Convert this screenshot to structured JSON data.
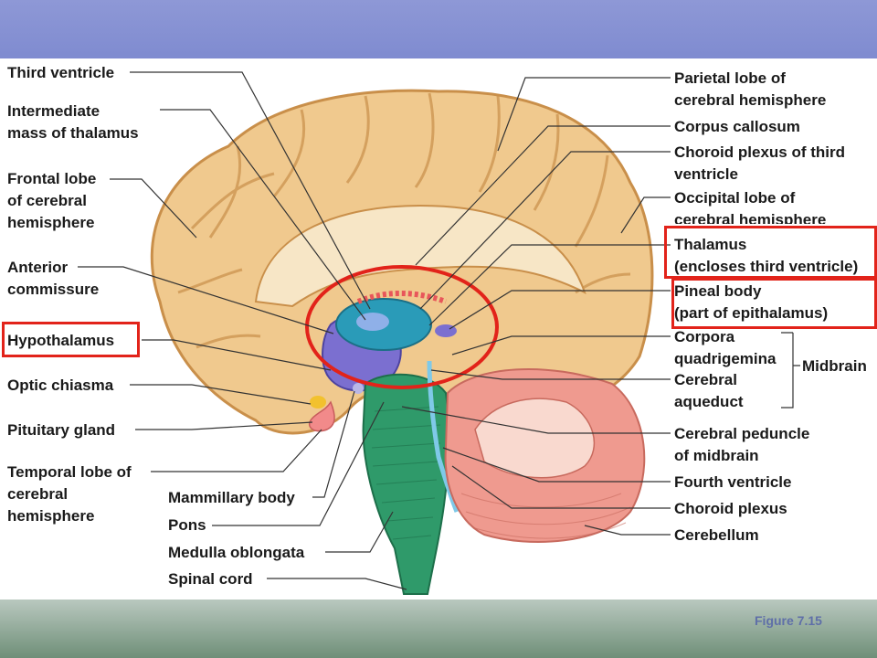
{
  "labels_left": [
    {
      "id": "third-ventricle",
      "text": "Third ventricle"
    },
    {
      "id": "intermediate-mass",
      "text": "Intermediate\nmass of thalamus"
    },
    {
      "id": "frontal-lobe",
      "text": "Frontal lobe\nof cerebral\nhemisphere"
    },
    {
      "id": "anterior-commissure",
      "text": "Anterior\ncommissure"
    },
    {
      "id": "hypothalamus",
      "text": "Hypothalamus"
    },
    {
      "id": "optic-chiasma",
      "text": "Optic chiasma"
    },
    {
      "id": "pituitary-gland",
      "text": "Pituitary gland"
    },
    {
      "id": "temporal-lobe",
      "text": "Temporal lobe of\ncerebral\nhemisphere"
    }
  ],
  "labels_bottom": [
    {
      "id": "mammillary-body",
      "text": "Mammillary body"
    },
    {
      "id": "pons",
      "text": "Pons"
    },
    {
      "id": "medulla",
      "text": "Medulla oblongata"
    },
    {
      "id": "spinal-cord",
      "text": "Spinal cord"
    }
  ],
  "labels_right": [
    {
      "id": "parietal-lobe",
      "text": "Parietal lobe of\ncerebral hemisphere"
    },
    {
      "id": "corpus-callosum",
      "text": "Corpus callosum"
    },
    {
      "id": "choroid-plexus-third",
      "text": "Choroid plexus of third\nventricle"
    },
    {
      "id": "occipital-lobe",
      "text": "Occipital lobe of\ncerebral hemisphere"
    },
    {
      "id": "thalamus",
      "text": "Thalamus\n(encloses third ventricle)"
    },
    {
      "id": "pineal-body",
      "text": "Pineal body\n(part of epithalamus)"
    },
    {
      "id": "corpora-quadrigemina",
      "text": "Corpora\nquadrigemina"
    },
    {
      "id": "cerebral-aqueduct",
      "text": "Cerebral\naqueduct"
    },
    {
      "id": "cerebral-peduncle",
      "text": "Cerebral peduncle\nof midbrain"
    },
    {
      "id": "fourth-ventricle",
      "text": "Fourth ventricle"
    },
    {
      "id": "choroid-plexus",
      "text": "Choroid plexus"
    },
    {
      "id": "cerebellum",
      "text": "Cerebellum"
    }
  ],
  "midbrain_label": "Midbrain",
  "caption": "Figure 7.15",
  "colors": {
    "highlight": "#e2231a",
    "cerebrum": "#f0c98e",
    "thalamus": "#2a9bb8",
    "hypothalamus": "#7b6fd0",
    "brainstem": "#2f9a6a",
    "cerebellum": "#ef9a8f",
    "pituitary": "#f28a8a",
    "caption": "#5f6fa8"
  }
}
